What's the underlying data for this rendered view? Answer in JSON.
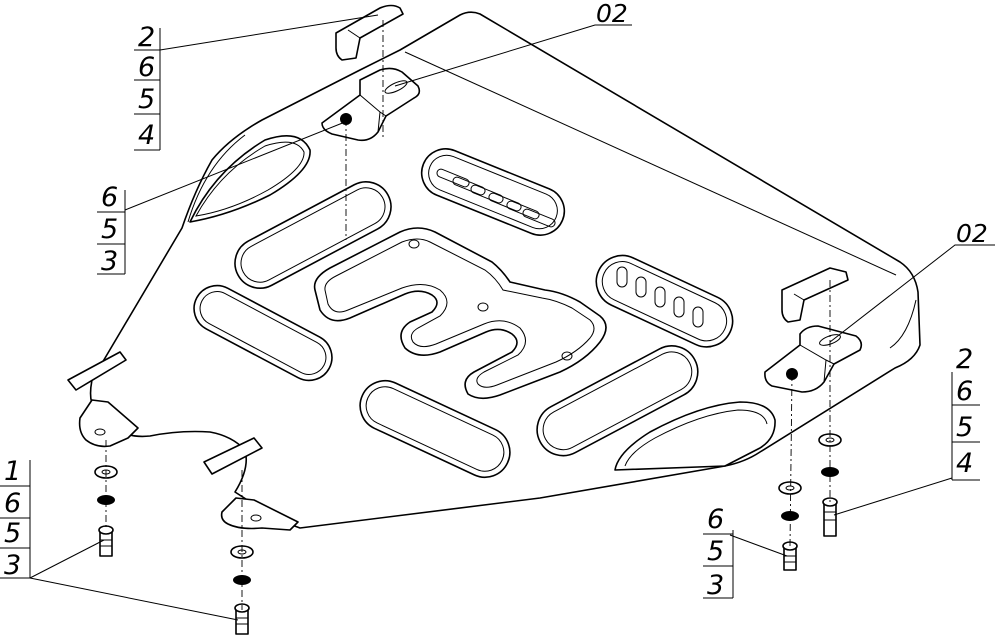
{
  "labels": {
    "top_stack": [
      "2",
      "6",
      "5",
      "4"
    ],
    "top_code": "02",
    "left_mid_stack": [
      "6",
      "5",
      "3"
    ],
    "right_code": "02",
    "right_stack": [
      "2",
      "6",
      "5",
      "4"
    ],
    "bottom_left_stack": [
      "1",
      "6",
      "5",
      "3"
    ],
    "bottom_right_stack": [
      "6",
      "5",
      "3"
    ]
  }
}
